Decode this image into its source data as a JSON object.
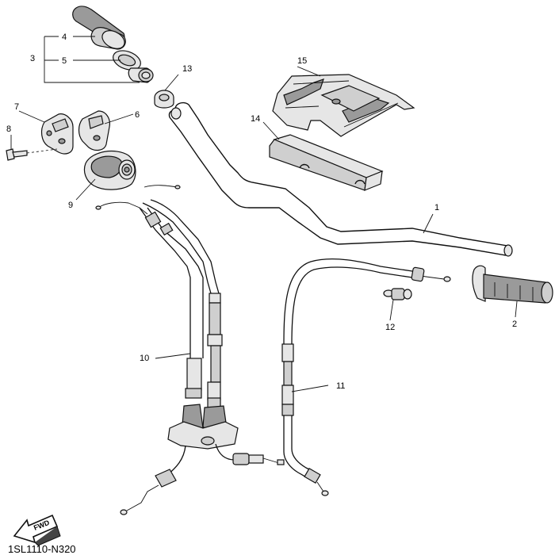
{
  "diagram": {
    "callouts": {
      "c1": "1",
      "c2": "2",
      "c3": "3",
      "c4": "4",
      "c5": "5",
      "c6": "6",
      "c7": "7",
      "c8": "8",
      "c9": "9",
      "c10": "10",
      "c11": "11",
      "c12": "12",
      "c13": "13",
      "c14": "14",
      "c15": "15"
    },
    "fwd_label": "FWD",
    "code": "1SL1110-N320"
  }
}
